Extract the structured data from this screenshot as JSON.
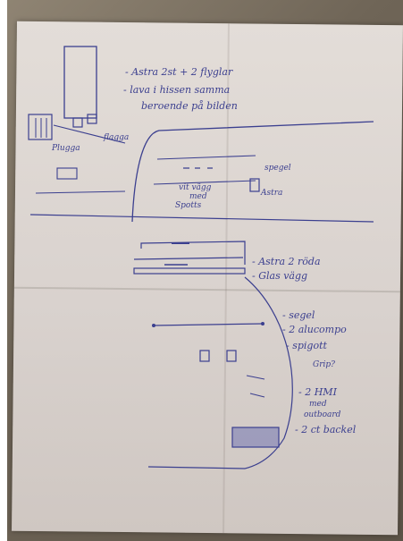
{
  "photo": {
    "subject": "handwritten sketch on folded paper",
    "colors": {
      "paper": "#ddd6d1",
      "ink": "#3b3f8f",
      "background": "#6f6557"
    }
  },
  "notes": {
    "line1": "- Astra 2st + 2 flyglar",
    "line2": "- lava i hissen samma",
    "line3": "beroende på bilden",
    "flagga": "flagga",
    "plugga": "Plugga",
    "spegel_top": "spegel",
    "vit_vagg": "vit vägg",
    "med": "med",
    "spotts": "Spotts",
    "astra_top": "Astra",
    "astra_2": "- Astra 2 röda",
    "glas_vagg": "- Glas vägg",
    "segel": "- segel",
    "alucompo": "- 2 alucompo",
    "spigott": "- spigott",
    "grip": "Grip?",
    "hmi": "- 2 HMI",
    "med2": "med",
    "outboard": "outboard",
    "ct": "- 2 ct backel"
  }
}
